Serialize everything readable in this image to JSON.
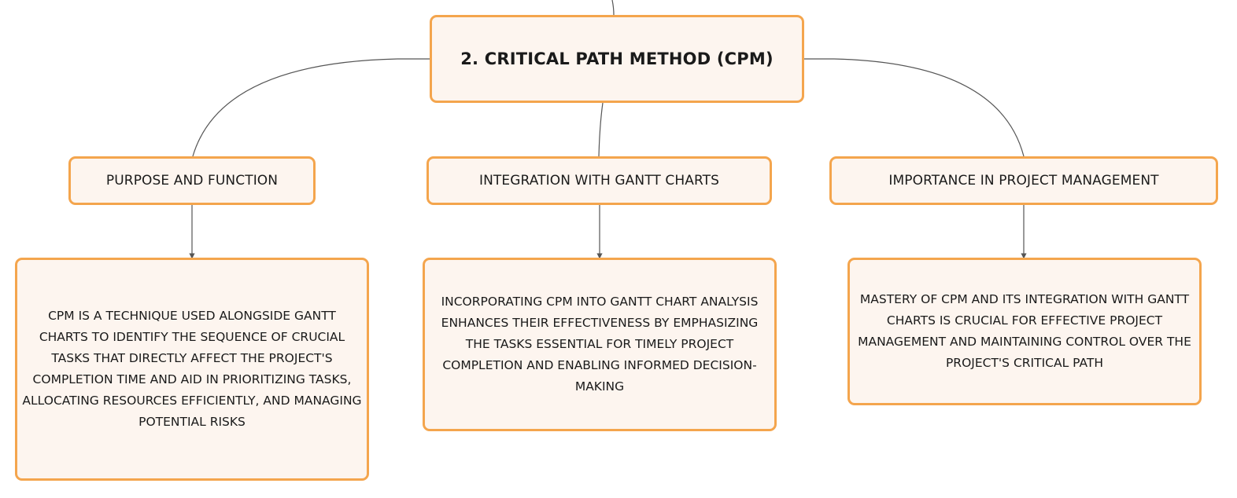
{
  "root": {
    "label": "2. CRITICAL PATH METHOD (CPM)"
  },
  "branches": [
    {
      "label": "PURPOSE AND FUNCTION",
      "detail": "CPM IS A TECHNIQUE USED ALONGSIDE GANTT CHARTS TO IDENTIFY THE SEQUENCE OF CRUCIAL TASKS THAT DIRECTLY AFFECT THE PROJECT'S COMPLETION TIME AND AID IN PRIORITIZING TASKS, ALLOCATING RESOURCES EFFICIENTLY, AND MANAGING POTENTIAL RISKS"
    },
    {
      "label": "INTEGRATION WITH GANTT CHARTS",
      "detail": "INCORPORATING CPM INTO GANTT CHART ANALYSIS ENHANCES THEIR EFFECTIVENESS BY EMPHASIZING THE TASKS ESSENTIAL FOR TIMELY PROJECT COMPLETION AND ENABLING INFORMED DECISION-MAKING"
    },
    {
      "label": "IMPORTANCE IN PROJECT MANAGEMENT",
      "detail": "MASTERY OF CPM AND ITS INTEGRATION WITH GANTT CHARTS IS CRUCIAL FOR EFFECTIVE PROJECT MANAGEMENT AND MAINTAINING CONTROL OVER THE PROJECT'S CRITICAL PATH"
    }
  ],
  "colors": {
    "node_border": "#f4a54d",
    "node_fill": "#fdf5ef",
    "connector": "#555555",
    "text": "#1a1a1a"
  }
}
